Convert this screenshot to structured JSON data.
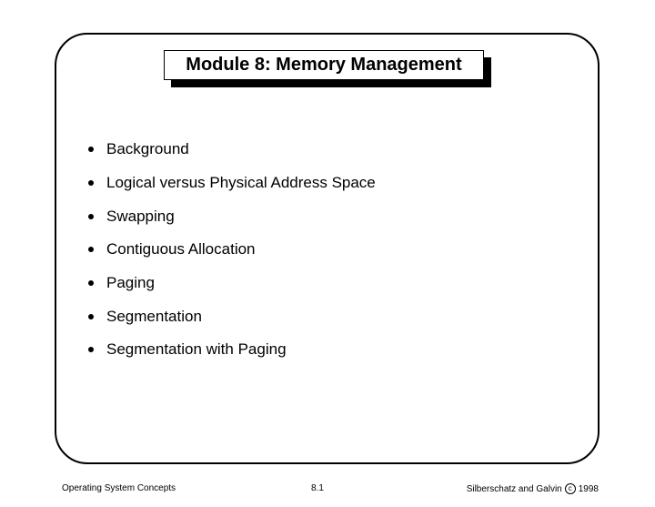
{
  "slide": {
    "title": "Module 8: Memory Management",
    "bullets": [
      "Background",
      "Logical versus Physical Address Space",
      "Swapping",
      "Contiguous Allocation",
      "Paging",
      "Segmentation",
      "Segmentation with Paging"
    ]
  },
  "footer": {
    "left": "Operating System Concepts",
    "center": "8.1",
    "right_prefix": "Silberschatz and Galvin",
    "copyright_symbol": "c",
    "year": "1998"
  }
}
